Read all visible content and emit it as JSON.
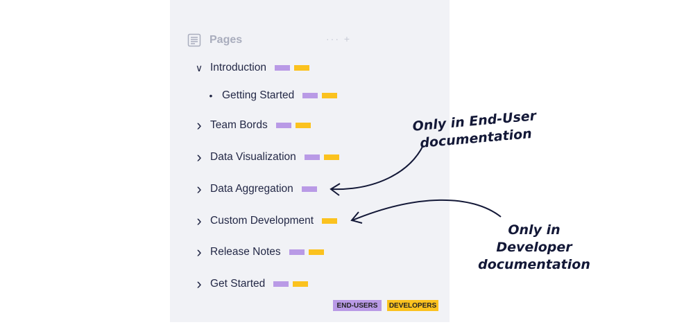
{
  "sidebar": {
    "title": "Pages",
    "actions": "··· +",
    "items": [
      {
        "label": "Introduction",
        "icon": "chevron-down",
        "tags": [
          "end-users",
          "developers"
        ]
      },
      {
        "label": "Getting Started",
        "icon": "bullet",
        "tags": [
          "end-users",
          "developers"
        ]
      },
      {
        "label": "Team Bords",
        "icon": "chevron-right",
        "tags": [
          "end-users",
          "developers"
        ]
      },
      {
        "label": "Data Visualization",
        "icon": "chevron-right",
        "tags": [
          "end-users",
          "developers"
        ]
      },
      {
        "label": "Data Aggregation",
        "icon": "chevron-right",
        "tags": [
          "end-users"
        ]
      },
      {
        "label": "Custom Development",
        "icon": "chevron-right",
        "tags": [
          "developers"
        ]
      },
      {
        "label": "Release Notes",
        "icon": "chevron-right",
        "tags": [
          "end-users",
          "developers"
        ]
      },
      {
        "label": "Get Started",
        "icon": "chevron-right",
        "tags": [
          "end-users",
          "developers"
        ]
      }
    ]
  },
  "legend": {
    "end_users": "END-USERS",
    "developers": "DEVELOPERS"
  },
  "colors": {
    "end_users": "#b99ae6",
    "developers": "#fbc21f"
  },
  "annotations": {
    "end_user_line1": "Only in End-User",
    "end_user_line2": "documentation",
    "developer_line1": "Only in Developer",
    "developer_line2": "documentation"
  }
}
